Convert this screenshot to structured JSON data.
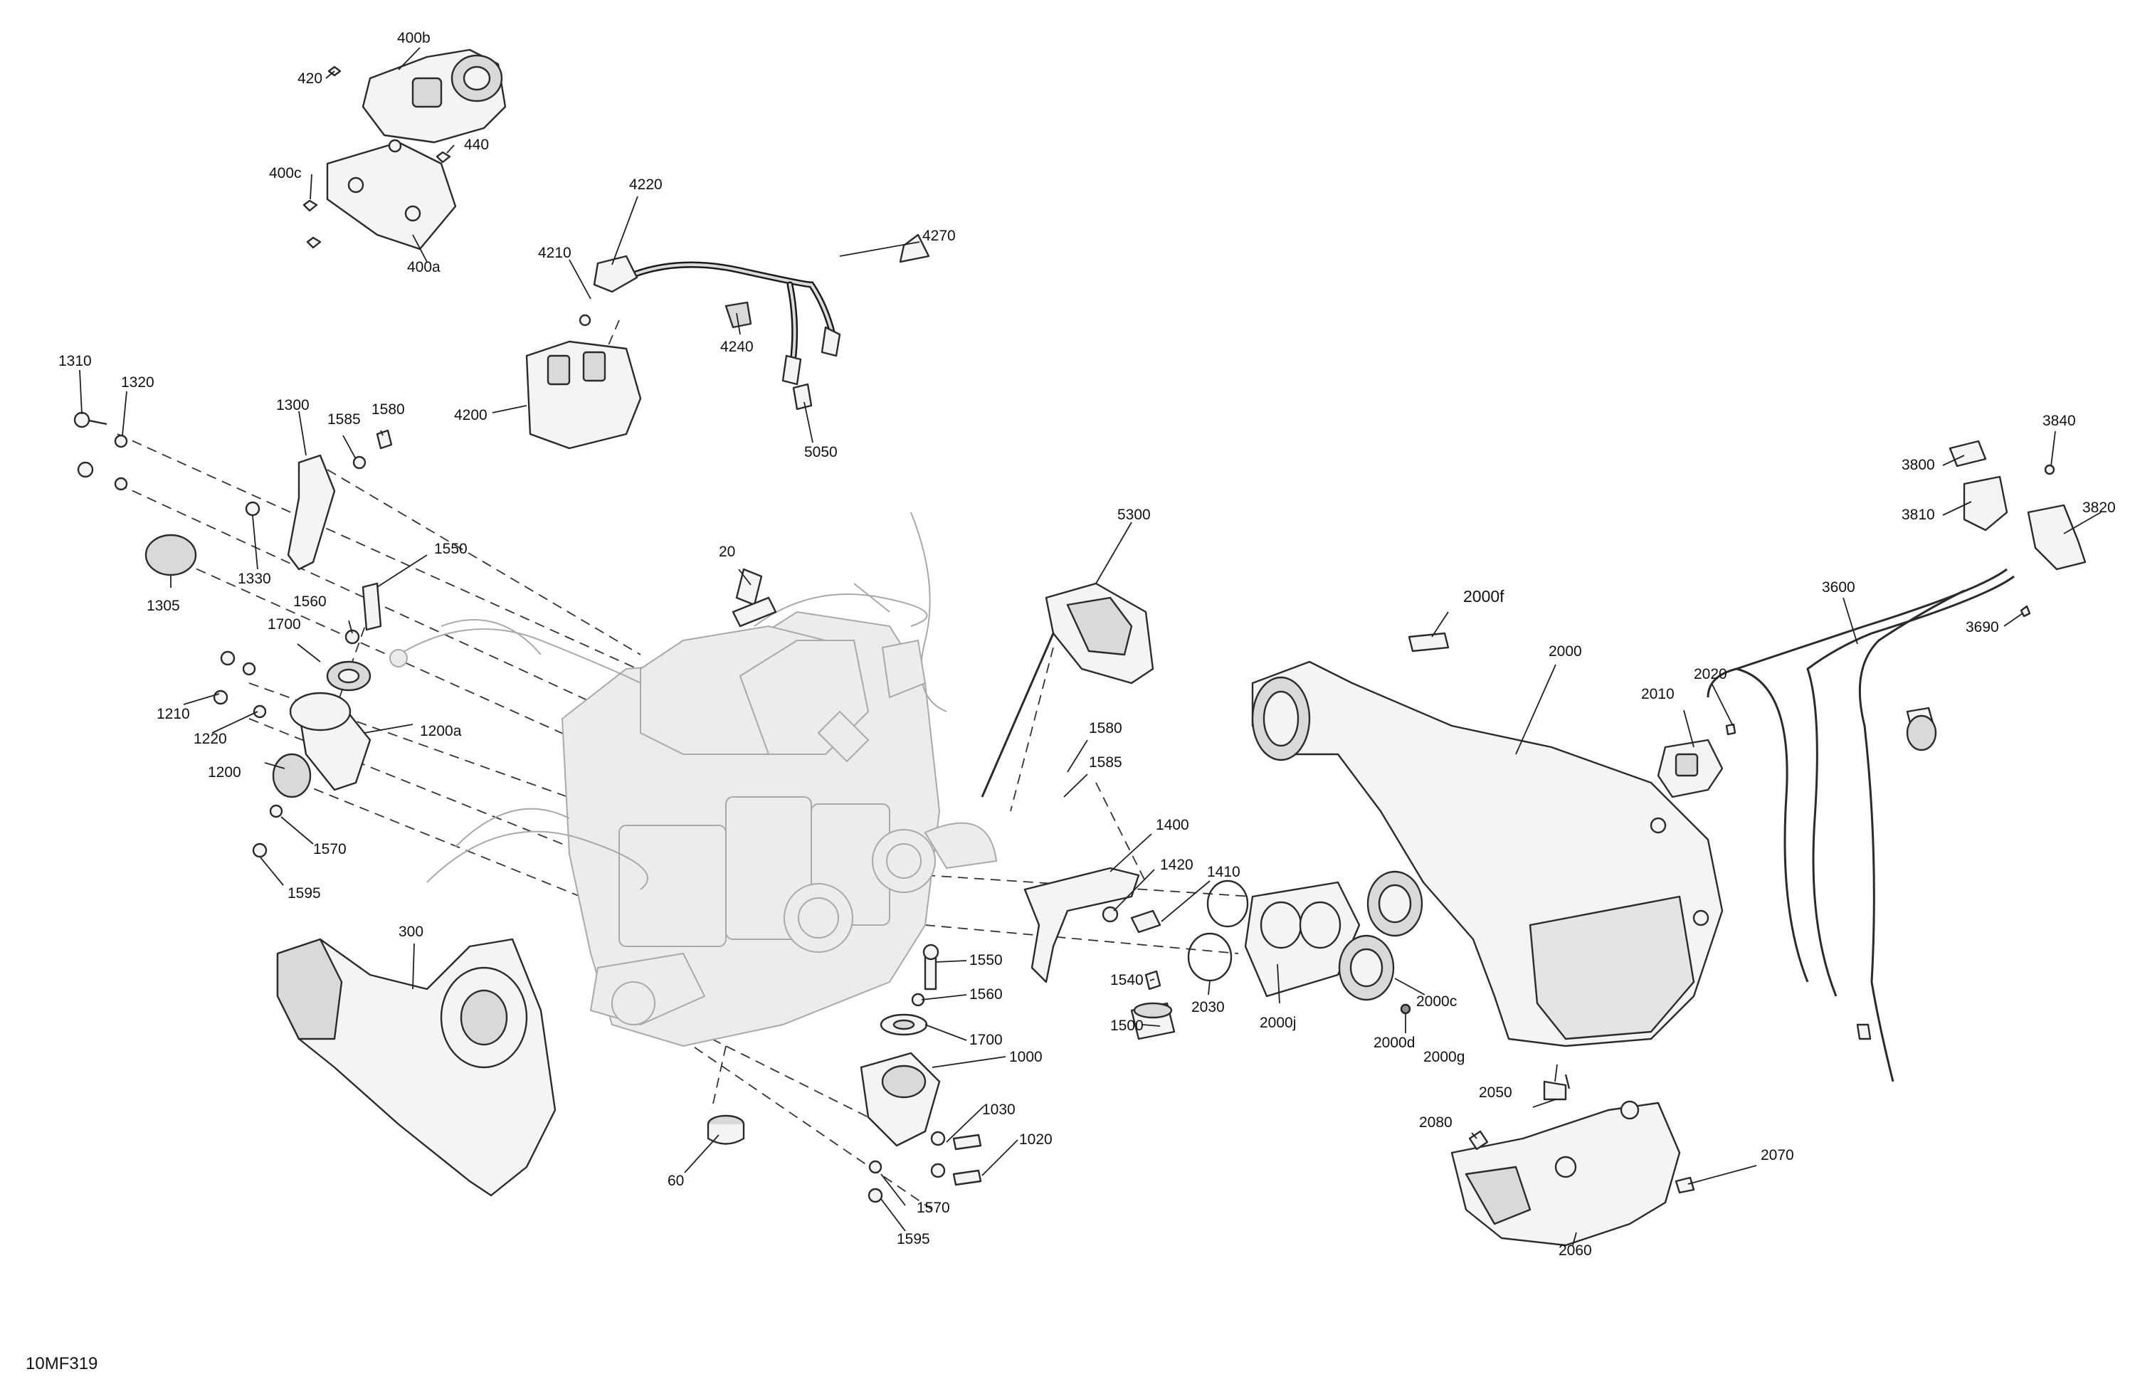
{
  "drawing_code": "10MF319",
  "callouts": [
    "400b",
    "420",
    "440",
    "400c",
    "400a",
    "4220",
    "4270",
    "4210",
    "4240",
    "4200",
    "5050",
    "1310",
    "1320",
    "1300",
    "1585",
    "1580",
    "1305",
    "1330",
    "1550",
    "1560",
    "1700",
    "1210",
    "1220",
    "1200a",
    "1200",
    "1570",
    "1595",
    "20",
    "5300",
    "300",
    "60",
    "1000",
    "1030",
    "1020",
    "1570",
    "1595",
    "1550",
    "1560",
    "1700",
    "1580",
    "1585",
    "1400",
    "1420",
    "1410",
    "1540",
    "1500",
    "2030",
    "2000j",
    "2000c",
    "2000d",
    "2000f",
    "2000",
    "2020",
    "2010",
    "2000g",
    "2050",
    "2080",
    "2070",
    "2060",
    "3800",
    "3840",
    "3810",
    "3820",
    "3600",
    "3690"
  ]
}
